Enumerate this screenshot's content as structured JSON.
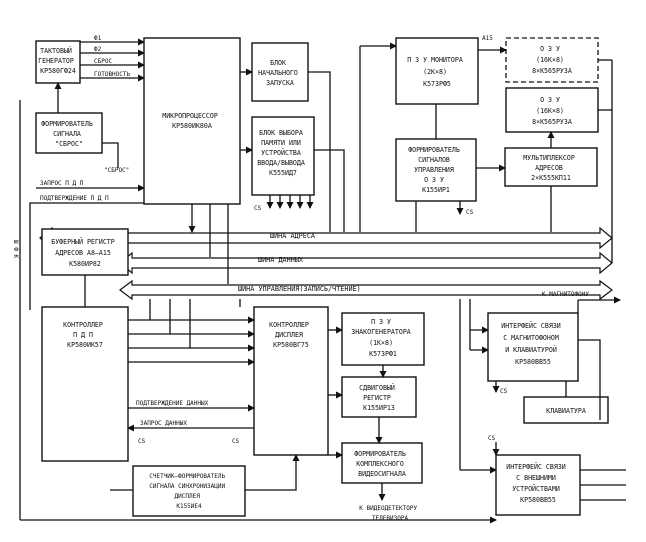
{
  "blocks": {
    "clock_gen": [
      "ТАКТОВЫЙ",
      "ГЕНЕРАТОР",
      "КР580ГФ24"
    ],
    "reset_former": [
      "ФОРМИРОВАТЕЛЬ",
      "СИГНАЛА",
      "\"СБРОС\""
    ],
    "cpu": [
      "МИКРОПРОЦЕССОР",
      "КР580ИК80А"
    ],
    "start_unit": [
      "БЛОК",
      "НАЧАЛЬНОГО",
      "ЗАПУСКА"
    ],
    "mem_select": [
      "БЛОК ВЫБОРА",
      "ПАМЯТИ ИЛИ",
      "УСТРОЙСТВА",
      "ВВОДА/ВЫВОДА",
      "К555ИД7"
    ],
    "rom_monitor": [
      "П З У МОНИТОРА",
      "(2К×8)",
      "К573РФ5"
    ],
    "ram1": [
      "О З У",
      "(16К×8)",
      "8×К565РУ3А"
    ],
    "ram2": [
      "О З У",
      "(16К×8)",
      "8×К565РУ3А"
    ],
    "ram_ctrl": [
      "ФОРМИРОВАТЕЛЬ",
      "СИГНАЛОВ",
      "УПРАВЛЕНИЯ",
      "О З У",
      "К155ИР1"
    ],
    "mux": [
      "МУЛЬТИПЛЕКСОР",
      "АДРЕСОВ",
      "2×К555КП11"
    ],
    "buf_reg": [
      "БУФЕРНЫЙ РЕГИСТР",
      "АДРЕСОВ А8–А15",
      "К580ИР82"
    ],
    "dma_ctrl": [
      "КОНТРОЛЛЕР",
      "П Д П",
      "КР580ИК57"
    ],
    "disp_ctrl": [
      "КОНТРОЛЛЕР",
      "ДИСПЛЕЯ",
      "КР580ВГ75"
    ],
    "chargen_rom": [
      "П З У",
      "ЗНАКОГЕНЕРАТОРА",
      "(1К×8)",
      "К573РФ1"
    ],
    "shift_reg": [
      "СДВИГОВЫЙ",
      "РЕГИСТР",
      "К155ИР13"
    ],
    "video_former": [
      "ФОРМИРОВАТЕЛЬ",
      "КОМПЛЕКСНОГО",
      "ВИДЕОСИГНАЛА"
    ],
    "sync_counter": [
      "СЧЕТЧИК–ФОРМИРОВАТЕЛЬ",
      "СИГНАЛА СИНХРОНИЗАЦИИ",
      "ДИСПЛЕЯ",
      "К155ИЕ4"
    ],
    "tape_iface": [
      "ИНТЕРФЕЙС СВЯЗИ",
      "С МАГНИТОФОНОМ",
      "И КЛАВИАТУРОЙ",
      "КР580ВВ55"
    ],
    "keyboard": [
      "КЛАВИАТУРА"
    ],
    "ext_iface": [
      "ИНТЕРФЕЙС СВЯЗИ",
      "С ВНЕШНИМИ",
      "УСТРОЙСТВАМИ",
      "КР580ВВ55"
    ]
  },
  "signals": {
    "phi1": "Ф1",
    "phi2": "Ф2",
    "reset": "СБРОС",
    "ready": "ГОТОВНОСТЬ",
    "reset_q": "\"СБРОС\"",
    "dma_req": "ЗАПРОС П Д П",
    "dma_ack": "ПОДТВЕРЖДЕНИЕ П Д П",
    "addr_bus": "ШИНА АДРЕСА",
    "data_bus": "ШИНА ДАННЫХ",
    "ctrl_bus": "ШИНА УПРАВЛЕНИЯ(ЗАПИСЬ/ЧТЕНИЕ)",
    "data_ack": "ПОДТВЕРЖДЕНИЕ ДАННЫХ",
    "data_req": "ЗАПРОС ДАННЫХ",
    "cs": "CS",
    "to_tape": "К МАГНИТОФОНУ",
    "to_tv": [
      "К ВИДЕОДЕТЕКТОРУ",
      "ТЕЛЕВИЗОРА"
    ],
    "side": "Ш Ф К",
    "a15": "А15"
  }
}
